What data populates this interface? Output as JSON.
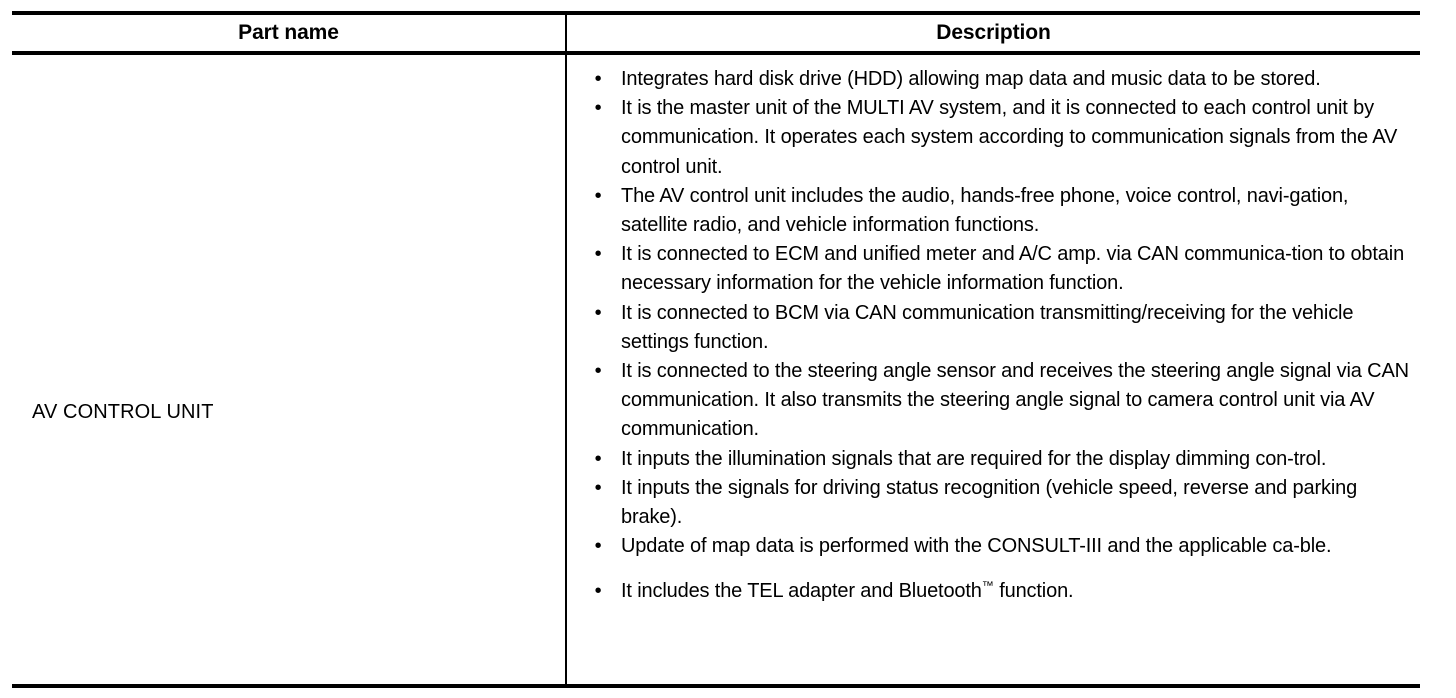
{
  "table": {
    "headers": {
      "part_name": "Part name",
      "description": "Description"
    },
    "rows": [
      {
        "part_name": "AV CONTROL UNIT",
        "bullet_marker": "•",
        "description_items": [
          "Integrates hard disk drive (HDD) allowing map data and music data to be stored.",
          "It is the master unit of the MULTI AV system, and it is connected to each control unit by communication. It operates each system according to communication signals from the AV control unit.",
          "The AV control unit includes the audio, hands-free phone, voice control, navi-gation, satellite radio, and vehicle information functions.",
          "It is connected to ECM and unified meter and A/C amp. via CAN communica-tion to obtain necessary information for the vehicle information function.",
          "It is connected to BCM via CAN communication transmitting/receiving for the vehicle settings function.",
          "It is connected to the steering angle sensor and receives the steering angle signal via CAN communication. It also transmits the steering angle signal to camera control unit via AV communication.",
          "It inputs the illumination signals that are required for the display dimming con-trol.",
          "It inputs the signals for driving status recognition (vehicle speed, reverse and parking brake).",
          "Update of map data is performed with the CONSULT-III and the applicable ca-ble."
        ],
        "description_last_item": {
          "before_tm": "It includes the TEL adapter and Bluetooth",
          "tm_symbol": "™",
          "after_tm": " function."
        }
      }
    ]
  },
  "colors": {
    "rule": "#000000",
    "text": "#000000",
    "background": "#ffffff"
  }
}
